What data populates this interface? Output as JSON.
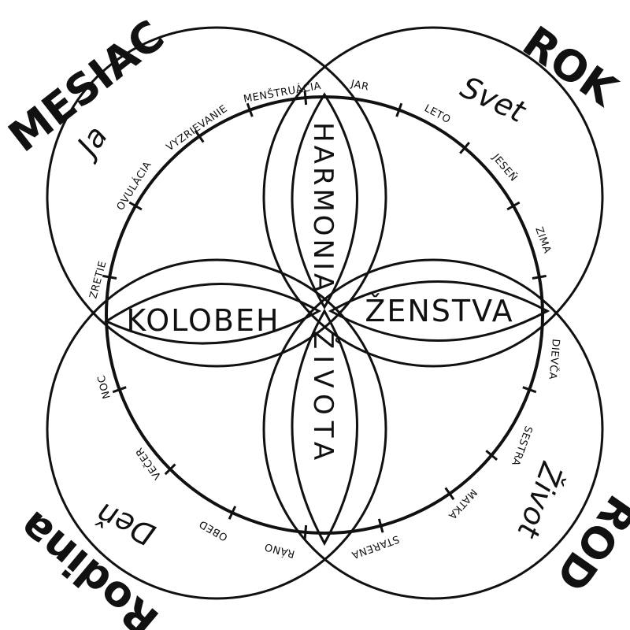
{
  "corners": {
    "top_left": "MESIAC",
    "top_right": "ROK",
    "bottom_left": "Rodina",
    "bottom_right": "ROD"
  },
  "quadrants": {
    "top_left": "Ja",
    "top_right": "Svet",
    "bottom_left": "Deň",
    "bottom_right": "Život"
  },
  "center_words": {
    "left": "KOLOBEH",
    "right": "ŽENSTVA",
    "top": "HARMONIA",
    "bottom": "ŽIVOTA"
  },
  "ring_labels": {
    "mesiac": [
      "ZRETIE",
      "OVULÁCIA",
      "VYZRIEVANIE",
      "MENŠTRUÁCIA"
    ],
    "rok": [
      "JAR",
      "LETO",
      "JESEŇ",
      "ZIMA"
    ],
    "rod": [
      "DIEVČA",
      "SESTRA",
      "MATKA",
      "STARENA"
    ],
    "den": [
      "RÁNO",
      "OBED",
      "VEČER",
      "NOC"
    ]
  },
  "colors": {
    "ink": "#111111",
    "background": "#ffffff"
  }
}
